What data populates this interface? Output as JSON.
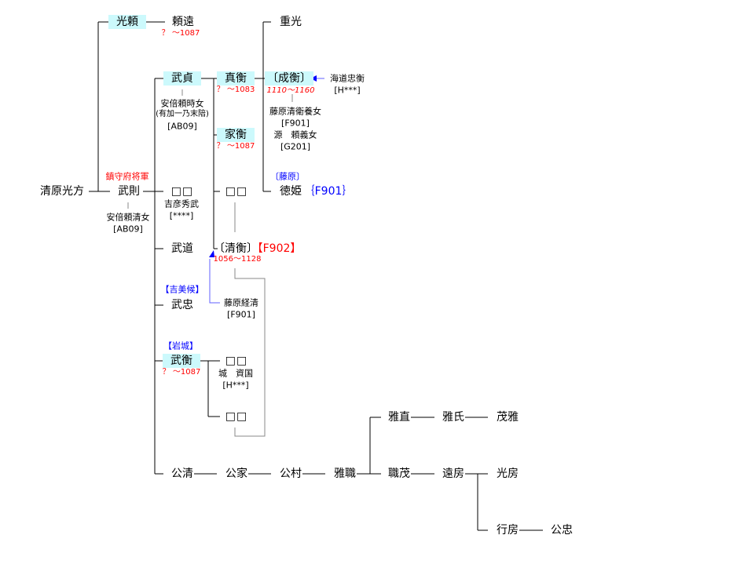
{
  "colors": {
    "highlight": "#ccf9fc",
    "red": "#ff0000",
    "blue": "#0000ff",
    "line": "#000000",
    "gray_line": "#808080"
  },
  "people": {
    "kiyohara_mitsukata": "清原光方",
    "taketsuna_title": "鎮守府将軍",
    "takenori": "武則",
    "takenori_wife": "安倍頼清女",
    "takenori_wife_code": "[AB09]",
    "mitsuyori": "光頼",
    "yoritoo": "頼遠",
    "yoritoo_dates": "？ ～1087",
    "shigemitsu": "重光",
    "takesada": "武貞",
    "takesada_wife": "安倍頼時女",
    "takesada_wife_note": "(有加一乃末陪)",
    "takesada_wife_code": "[AB09]",
    "sanehira": "真衡",
    "sanehira_dates": "？ ～1083",
    "narihira": "〔成衡〕",
    "narihira_dates": "1110～1160",
    "narihira_wife1": "藤原清衛養女",
    "narihira_wife1_code": "[F901]",
    "narihira_wife2": "源　頼義女",
    "narihira_wife2_code": "[G201]",
    "kaido_tadahira": "海道忠衡",
    "kaido_code": "[H***]",
    "iehira": "家衡",
    "iehira_dates": "？ ～1087",
    "fujiwara_tag": "〔藤原〕",
    "tokuhime": "徳姫",
    "tokuhime_code": "｛F901｝",
    "unknown1": "□□",
    "kihiko_hidetake": "吉彦秀武",
    "kihiko_code": "[****]",
    "unknown2": "□□",
    "takemichi": "武道",
    "kiyohira": "〔清衡〕",
    "kiyohira_code": "【F902】",
    "kiyohira_dates": "1056～1128",
    "kimi_tag": "【吉美候】",
    "taketada": "武忠",
    "fujiwara_tsunekiyo": "藤原経清",
    "tsunekiyo_code": "[F901]",
    "iwaki_tag": "【岩城】",
    "takehira": "武衡",
    "takehira_dates": "？ ～1087",
    "unknown3": "□□",
    "jo_sukekuni": "城　資国",
    "jo_code": "[H***]",
    "unknown4": "□□",
    "kimikiyo": "公清",
    "kimiie": "公家",
    "kimimura": "公村",
    "masamoto": "雅職",
    "masanao": "雅直",
    "masauji": "雅氏",
    "shigemasa": "茂雅",
    "motoshige": "職茂",
    "toofusa": "遠房",
    "mitsufusa": "光房",
    "yukifusa": "行房",
    "kimitada": "公忠"
  }
}
